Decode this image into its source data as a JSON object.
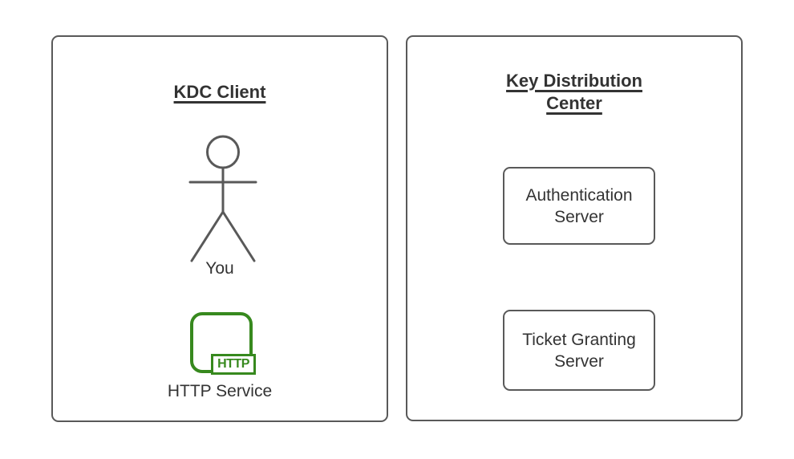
{
  "diagram": {
    "client_panel": {
      "title": "KDC Client",
      "actor_label": "You",
      "icon_badge": "HTTP",
      "icon_label": "HTTP Service"
    },
    "kdc_panel": {
      "title": "Key Distribution Center",
      "servers": [
        {
          "label": "Authentication Server"
        },
        {
          "label": "Ticket Granting Server"
        }
      ]
    },
    "colors": {
      "background": "#ffffff",
      "shape_border": "#595959",
      "text": "#333333",
      "http_green": "#37891E"
    }
  }
}
